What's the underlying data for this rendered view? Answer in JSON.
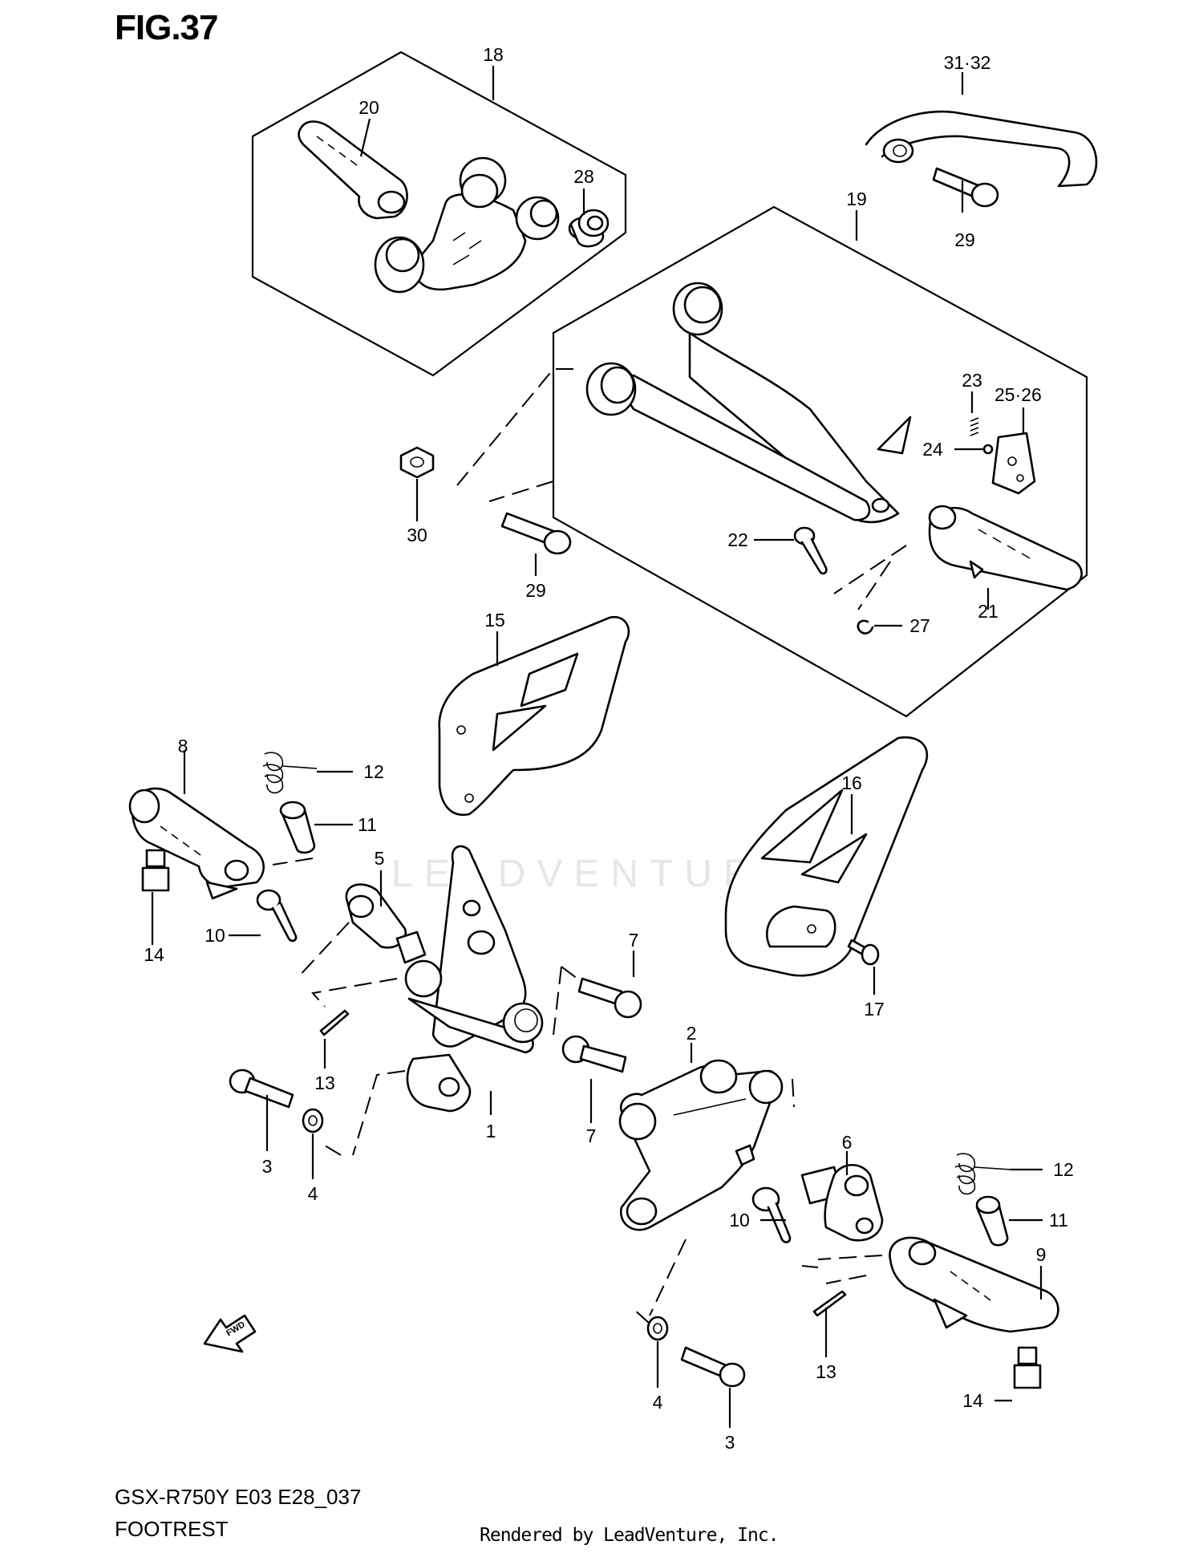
{
  "figure_title": "FIG.37",
  "model_code": "GSX-R750Y E03 E28_037",
  "section_name": "FOOTREST",
  "render_credit": "Rendered by LeadVenture, Inc.",
  "watermark_text": "LEADVENTURE",
  "callouts": {
    "c1": "1",
    "c2": "2",
    "c3a": "3",
    "c3b": "3",
    "c4a": "4",
    "c4b": "4",
    "c5": "5",
    "c6": "6",
    "c7a": "7",
    "c7b": "7",
    "c8": "8",
    "c9": "9",
    "c10a": "10",
    "c10b": "10",
    "c11a": "11",
    "c11b": "11",
    "c12a": "12",
    "c12b": "12",
    "c13a": "13",
    "c13b": "13",
    "c14a": "14",
    "c14b": "14",
    "c15": "15",
    "c16": "16",
    "c17": "17",
    "c18": "18",
    "c19": "19",
    "c20": "20",
    "c21": "21",
    "c22": "22",
    "c23": "23",
    "c24": "24",
    "c2526": "25·26",
    "c27": "27",
    "c28": "28",
    "c29a": "29",
    "c29b": "29",
    "c30": "30",
    "c3132": "31·32"
  },
  "fwd_arrow": {
    "label": "FWD",
    "icon": "fwd-arrow-icon"
  }
}
